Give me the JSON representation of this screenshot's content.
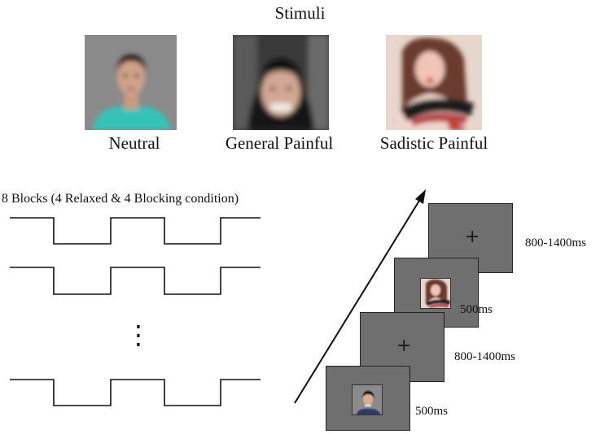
{
  "stimuli": {
    "title": "Stimuli",
    "items": [
      {
        "label": "Neutral",
        "face_icon": "neutral-face-photo"
      },
      {
        "label": "General Painful",
        "face_icon": "general-painful-face-photo"
      },
      {
        "label": "Sadistic Painful",
        "face_icon": "sadistic-painful-face-photo"
      }
    ]
  },
  "blocks": {
    "caption": "8 Blocks (4 Relaxed & 4 Blocking condition)",
    "visible_rows": 3,
    "ellipsis": "⋮"
  },
  "trial": {
    "screens": [
      {
        "content": "fixation-cross",
        "duration": "800-1400ms"
      },
      {
        "content": "sadistic-painful-thumbnail",
        "duration": "500ms"
      },
      {
        "content": "fixation-cross",
        "duration": "800-1400ms"
      },
      {
        "content": "neutral-thumbnail",
        "duration": "500ms"
      }
    ],
    "cross_glyph": "+"
  },
  "colors": {
    "screen_fill": "#6f6f6f",
    "line": "#111111"
  }
}
